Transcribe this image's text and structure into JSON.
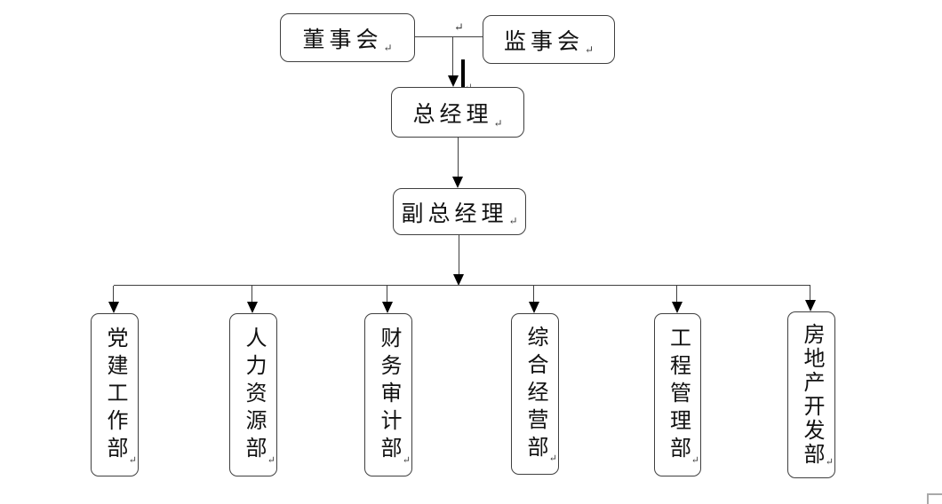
{
  "page": {
    "background": "#ffffff"
  },
  "org": {
    "board": "董事会",
    "supervisory": "监事会",
    "general_manager": "总经理",
    "deputy_general_manager": "副总经理",
    "departments": [
      "党建工作部",
      "人力资源部",
      "财务审计部",
      "综合经营部",
      "工程管理部",
      "房地产开发部"
    ],
    "hierarchy": [
      {
        "from": "董事会",
        "to": "总经理"
      },
      {
        "from": "监事会",
        "to": "总经理"
      },
      {
        "from": "总经理",
        "to": "副总经理"
      },
      {
        "from": "副总经理",
        "to": "党建工作部"
      },
      {
        "from": "副总经理",
        "to": "人力资源部"
      },
      {
        "from": "副总经理",
        "to": "财务审计部"
      },
      {
        "from": "副总经理",
        "to": "综合经营部"
      },
      {
        "from": "副总经理",
        "to": "工程管理部"
      },
      {
        "from": "副总经理",
        "to": "房地产开发部"
      }
    ]
  },
  "marks": {
    "pilcrow": "↵"
  },
  "colors": {
    "line": "#3f3f3f",
    "arrow": "#000000",
    "border": "#3f3f3f",
    "bold_bar": "#000000",
    "corner_mark": "#a9a9a9",
    "text": "#111111"
  }
}
